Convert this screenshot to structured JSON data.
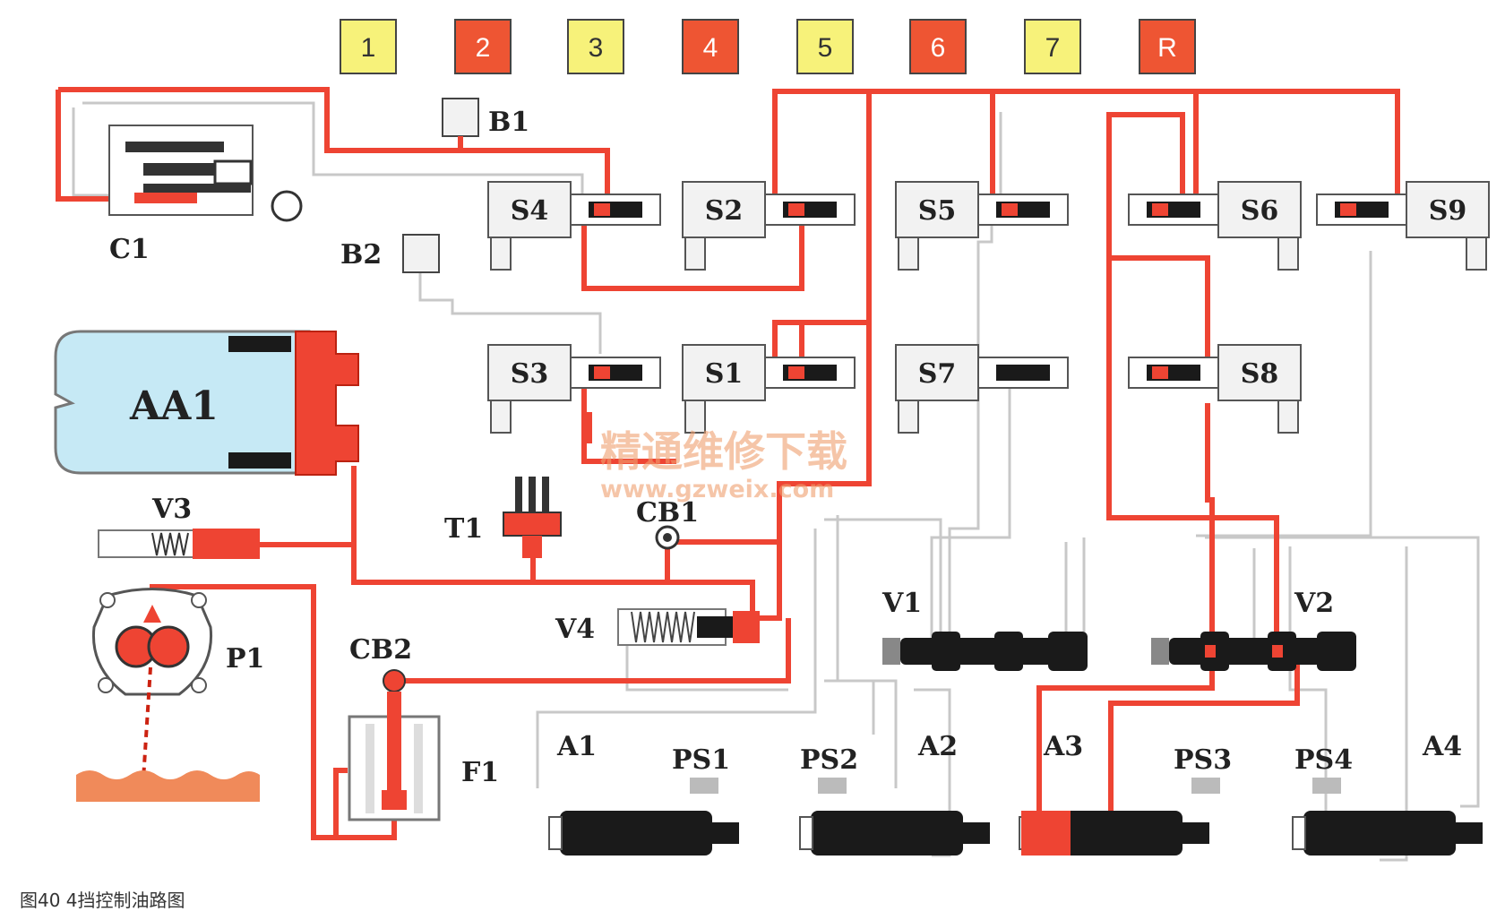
{
  "colors": {
    "pressure": "#ee4433",
    "pressure_dark": "#cc2211",
    "return_line": "#c8c8c8",
    "gear_odd": "#f7f27a",
    "gear_even": "#ee5533",
    "accumulator_fill": "#c6e9f5",
    "spool_dark": "#1a1a1a",
    "sump": "#f08a5a",
    "watermark": "#f0a070"
  },
  "gear_boxes": [
    {
      "label": "1",
      "active": false
    },
    {
      "label": "2",
      "active": true
    },
    {
      "label": "3",
      "active": false
    },
    {
      "label": "4",
      "active": true
    },
    {
      "label": "5",
      "active": false
    },
    {
      "label": "6",
      "active": true
    },
    {
      "label": "7",
      "active": false
    },
    {
      "label": "R",
      "active": true
    }
  ],
  "labels": {
    "C1": "C1",
    "B1": "B1",
    "B2": "B2",
    "S1": "S1",
    "S2": "S2",
    "S3": "S3",
    "S4": "S4",
    "S5": "S5",
    "S6": "S6",
    "S7": "S7",
    "S8": "S8",
    "S9": "S9",
    "AA1": "AA1",
    "V1": "V1",
    "V2": "V2",
    "V3": "V3",
    "V4": "V4",
    "T1": "T1",
    "CB1": "CB1",
    "CB2": "CB2",
    "P1": "P1",
    "F1": "F1",
    "A1": "A1",
    "A2": "A2",
    "A3": "A3",
    "A4": "A4",
    "PS1": "PS1",
    "PS2": "PS2",
    "PS3": "PS3",
    "PS4": "PS4"
  },
  "watermark": {
    "cn": "精通维修下载",
    "url": "www.gzweix.com"
  },
  "caption": "图40   4挡控制油路图"
}
